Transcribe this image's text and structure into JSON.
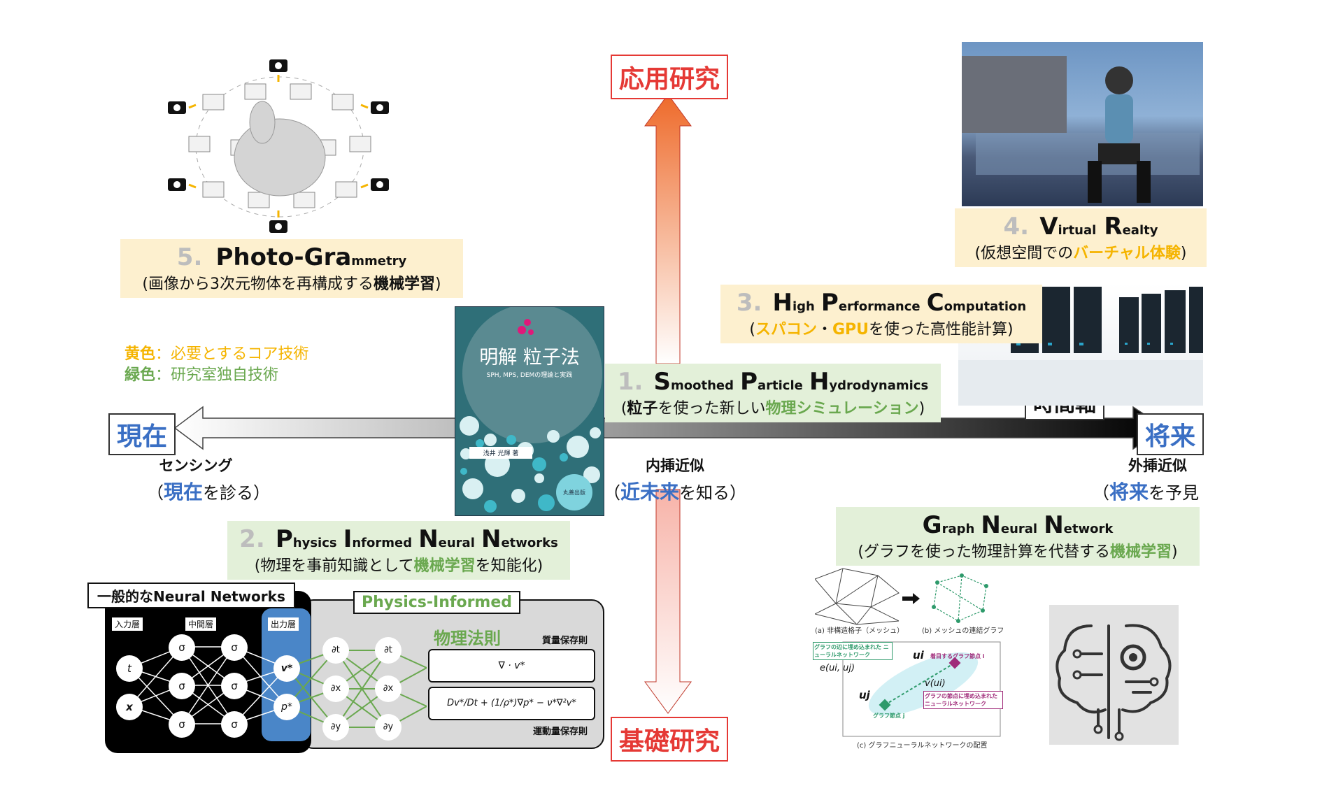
{
  "axes": {
    "top": "応用研究",
    "bottom": "基礎研究",
    "left": "現在",
    "right": "将来",
    "time_axis": "時間軸"
  },
  "legend": {
    "yellow_key": "黄色",
    "yellow_text": "：必要とするコア技術",
    "green_key": "緑色",
    "green_text": "：研究室独自技術"
  },
  "sensing": {
    "title": "センシング",
    "open": "（",
    "hl": "現在",
    "rest": "を診る）"
  },
  "interp": {
    "title": "内挿近似",
    "open": "（",
    "hl": "近未来",
    "rest": "を知る）"
  },
  "extrap": {
    "title": "外挿近似",
    "open": "（",
    "hl": "将来",
    "rest": "を予見"
  },
  "item1": {
    "num": "1.",
    "c1": "S",
    "w1": "moothed",
    "c2": "P",
    "w2": "article",
    "c3": "H",
    "w3": "ydrodynamics",
    "p_open": "(",
    "p_b1": "粒子",
    "p_t1": "を使った新しい",
    "p_g1": "物理シミュレーション",
    "p_close": ")"
  },
  "item2": {
    "num": "2.",
    "c1": "P",
    "w1": "hysics",
    "c2": "I",
    "w2": "nformed",
    "c3": "N",
    "w3": "eural",
    "c4": "N",
    "w4": "etworks",
    "p_t1": "(物理を事前知識として",
    "p_g1": "機械学習",
    "p_t2": "を知能化)"
  },
  "item3": {
    "num": "3.",
    "c1": "H",
    "w1": "igh",
    "c2": "P",
    "w2": "erformance",
    "c3": "C",
    "w3": "omputation",
    "p_open": "(",
    "p_y1": "スパコン",
    "p_t1": "・",
    "p_y2": "GPU",
    "p_t2": "を使った高性能計算)"
  },
  "item4": {
    "num": "4.",
    "c1": "V",
    "w1": "irtual",
    "c2": "R",
    "w2": "ealty",
    "p_t1": "(仮想空間での",
    "p_y1": "バーチャル体験",
    "p_t2": ")"
  },
  "item5": {
    "num": "5.",
    "c1": "Photo-Gra",
    "w1": "mmetry",
    "p_t1": "(画像から3次元物体を再構成する",
    "p_k1": "機械学習",
    "p_t2": ")"
  },
  "gnn": {
    "c1": "G",
    "w1": "raph",
    "c2": "N",
    "w2": "eural",
    "c3": "N",
    "w3": "etwork",
    "p_t1": "(グラフを使った物理計算を代替する",
    "p_g1": "機械学習",
    "p_t2": ")",
    "cap_a": "(a) 非構造格子（メッシュ）",
    "cap_b": "(b) メッシュの連結グラフ",
    "cap_c": "(c) グラフニューラルネットワークの配置",
    "lbl_edge": "グラフの辺に埋め込まれた ニューラルネットワーク",
    "lbl_focus": "着目するグラフ節点 i",
    "lbl_node": "グラフの節点に埋め込まれた ニューラルネットワーク",
    "lbl_nodej": "グラフ節点 j",
    "eq_e": "e(ui, uj)",
    "eq_v": "v(ui)",
    "ui": "ui",
    "uj": "uj"
  },
  "book": {
    "title": "明解 粒子法",
    "subtitle": "SPH, MPS, DEMの理論と実践",
    "author": "浅井 光輝 著",
    "publisher": "丸善出版"
  },
  "nn": {
    "general_title": "一般的なNeural Networks",
    "pi_title": "Physics-Informed",
    "input_layer": "入力層",
    "hidden_layer": "中間層",
    "output_layer": "出力層",
    "law": "物理法則",
    "mass": "質量保存則",
    "momentum": "運動量保存則",
    "eq1": "∇ · v*",
    "eq2": "Dv*/Dt + (1/ρ*)∇p* − ν*∇²v*",
    "in_t": "t",
    "in_x": "x",
    "sigma": "σ",
    "out_v": "v*",
    "out_p": "p*",
    "dt": "∂t",
    "dx": "∂x",
    "dy": "∂y"
  }
}
